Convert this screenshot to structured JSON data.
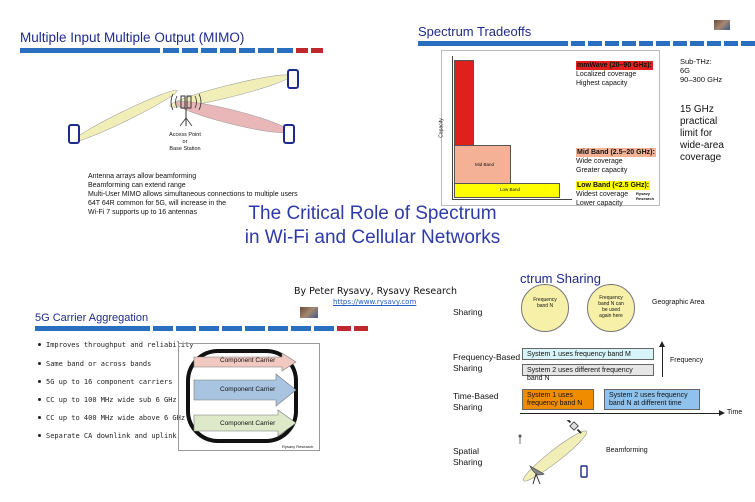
{
  "mimo": {
    "title": "Multiple Input Multiple Output (MIMO)",
    "ap_label_line1": "Access Point",
    "ap_label_line2": "or",
    "ap_label_line3": "Base Station",
    "text": [
      "Antenna arrays allow beamforming",
      "Beamforming can extend range",
      "Multi-User MIMO allows simultaneous connections to multiple users",
      "64T 64R common for 5G, will increase in the",
      "Wi-Fi 7 supports up to 16 antennas"
    ]
  },
  "tradeoffs": {
    "title": "Spectrum Tradeoffs",
    "side_note": [
      "Sub-THz:",
      "6G",
      "90–300 GHz"
    ],
    "limit_note": [
      "15 GHz",
      "practical",
      "limit for",
      "wide-area",
      "coverage"
    ],
    "y_axis": "Capacity",
    "mm_title": "mmWave (20–90 GHz):",
    "mm_lines": [
      "Localized coverage",
      "Highest capacity"
    ],
    "mid_title": "Mid Band (2.5–20 GHz):",
    "mid_lines": [
      "Wide coverage",
      "Greater capacity"
    ],
    "low_title": "Low Band (<2.5 GHz):",
    "low_lines": [
      "Widest coverage",
      "Lower capacity"
    ],
    "bar_mid_label": "Mid Band",
    "bar_low_label": "Low Band",
    "credit": "Rysavy Research"
  },
  "center": {
    "title_line1": "The Critical Role of Spectrum",
    "title_line2": "in Wi-Fi and Cellular Networks",
    "author": "By Peter Rysavy, Rysavy Research",
    "url": "https://www.rysavy.com"
  },
  "aggregation": {
    "title": "5G Carrier Aggregation",
    "bullets": [
      "Improves throughput and reliability",
      "Same band or across bands",
      "5G up to 16 component carriers",
      "CC up to 100 MHz wide sub 6 GHz",
      "CC up to 400 MHz wide above 6 GHz",
      "Separate CA downlink and uplink"
    ],
    "carrier_label": "Component Carrier",
    "credit": "Rysavy Research"
  },
  "sharing": {
    "title": "ctrum Sharing",
    "geo_row_label": "Sharing",
    "circle1": [
      "Frequency",
      "band N"
    ],
    "circle2": [
      "Frequency",
      "band N can",
      "be used",
      "again here"
    ],
    "geo_label": "Geographic Area",
    "freq_row_label": [
      "Frequency-Based",
      "Sharing"
    ],
    "freq_box1": "System 1 uses frequency band M",
    "freq_box2": "System 2 uses different frequency band N",
    "freq_axis": "Frequency",
    "time_row_label": [
      "Time-Based",
      "Sharing"
    ],
    "time_box1": [
      "System 1 uses",
      "frequency band N"
    ],
    "time_box2": [
      "System 2 uses frequency",
      "band N at different time"
    ],
    "time_axis": "Time",
    "spatial_row_label": [
      "Spatial",
      "Sharing"
    ],
    "beam_label": "Beamforming"
  },
  "colors": {
    "title_blue": "#1f2b8c",
    "bar_blue": "#2a6fbf",
    "bar_red": "#c0282d",
    "mm_red": "#e0201c",
    "mid_salmon": "#f4b196",
    "low_yellow": "#ffff00",
    "beam_yellow": "#f2eeb8",
    "beam_red": "#e9b7b7",
    "freq_cyan": "#d7f4f8",
    "freq_gray": "#e6e6e6",
    "time_orange": "#f08c00",
    "time_blue": "#8fc3ee",
    "circle_yellow": "#f6f0a8",
    "arrow_blue": "#a8c4e0",
    "arrow_gray": "#ececec",
    "arrow_green": "#dde9c8",
    "arrow_pink": "#f2c9c0"
  }
}
